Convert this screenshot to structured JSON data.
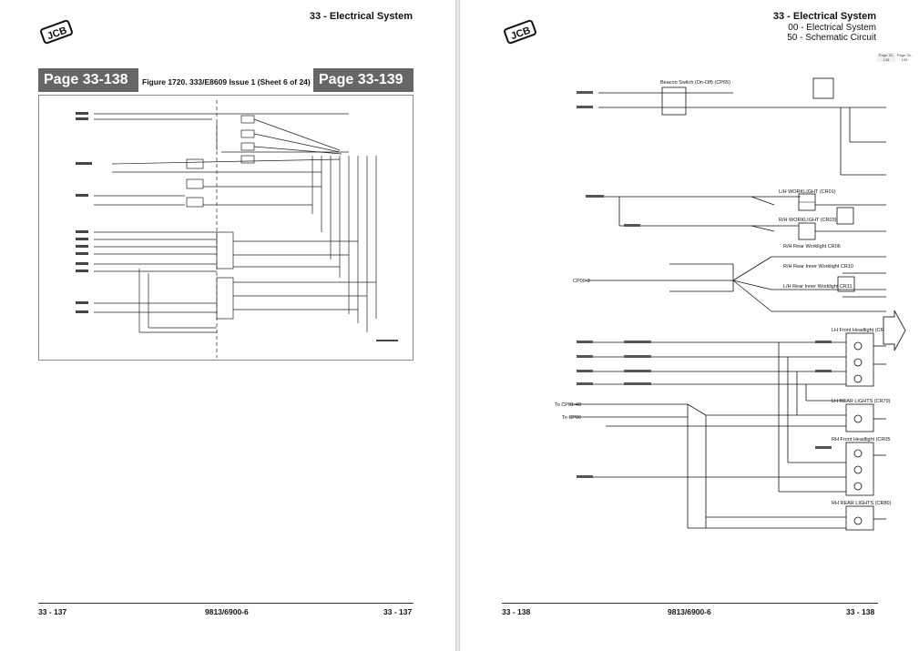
{
  "brand": {
    "logo": "JCB"
  },
  "left_page": {
    "header": {
      "title": "33 - Electrical System",
      "line2": "",
      "line3": ""
    },
    "nav": {
      "prev_label": "Page 33-138",
      "next_label": "Page 33-139"
    },
    "figure_caption": "Figure 1720. 333/E8609 Issue 1 (Sheet 6 of 24)",
    "footer": {
      "left": "33 - 137",
      "center": "9813/6900-6",
      "right": "33 - 137"
    }
  },
  "right_page": {
    "header": {
      "title": "33 - Electrical System",
      "line2": "00 - Electrical System",
      "line3": "50 - Schematic Circuit"
    },
    "thumbs": {
      "a": "Page 33-138",
      "b": "Page 33-139"
    },
    "schematic": {
      "beacon": "Beacon Switch (On-Off) (CP65)",
      "lh_worklight": "L/H WORKLIGHT (CR01)",
      "rh_worklight": "R/H WORKLIGHT (CR03)",
      "rh_rear": "R/H Rear Worklight CR06",
      "rh_rear_inner": "R/H Rear Inner Worklight CR10",
      "lh_rear_inner": "L/H Rear Inner Worklight CR11",
      "lh_front_headlight": "LH Front Headlight (CR0",
      "lh_rear_lights": "LH REAR LIGHTS (CR79)",
      "rh_front_headlight": "RH Front Headlight (CR05",
      "rh_rear_lights": "RH REAR LIGHTS (CR80)",
      "to_cp01": "To CP01-48",
      "to_cp06": "To CP06",
      "from_cp09": "CP09-3"
    },
    "footer": {
      "left": "33 - 138",
      "center": "9813/6900-6",
      "right": "33 - 138"
    }
  }
}
